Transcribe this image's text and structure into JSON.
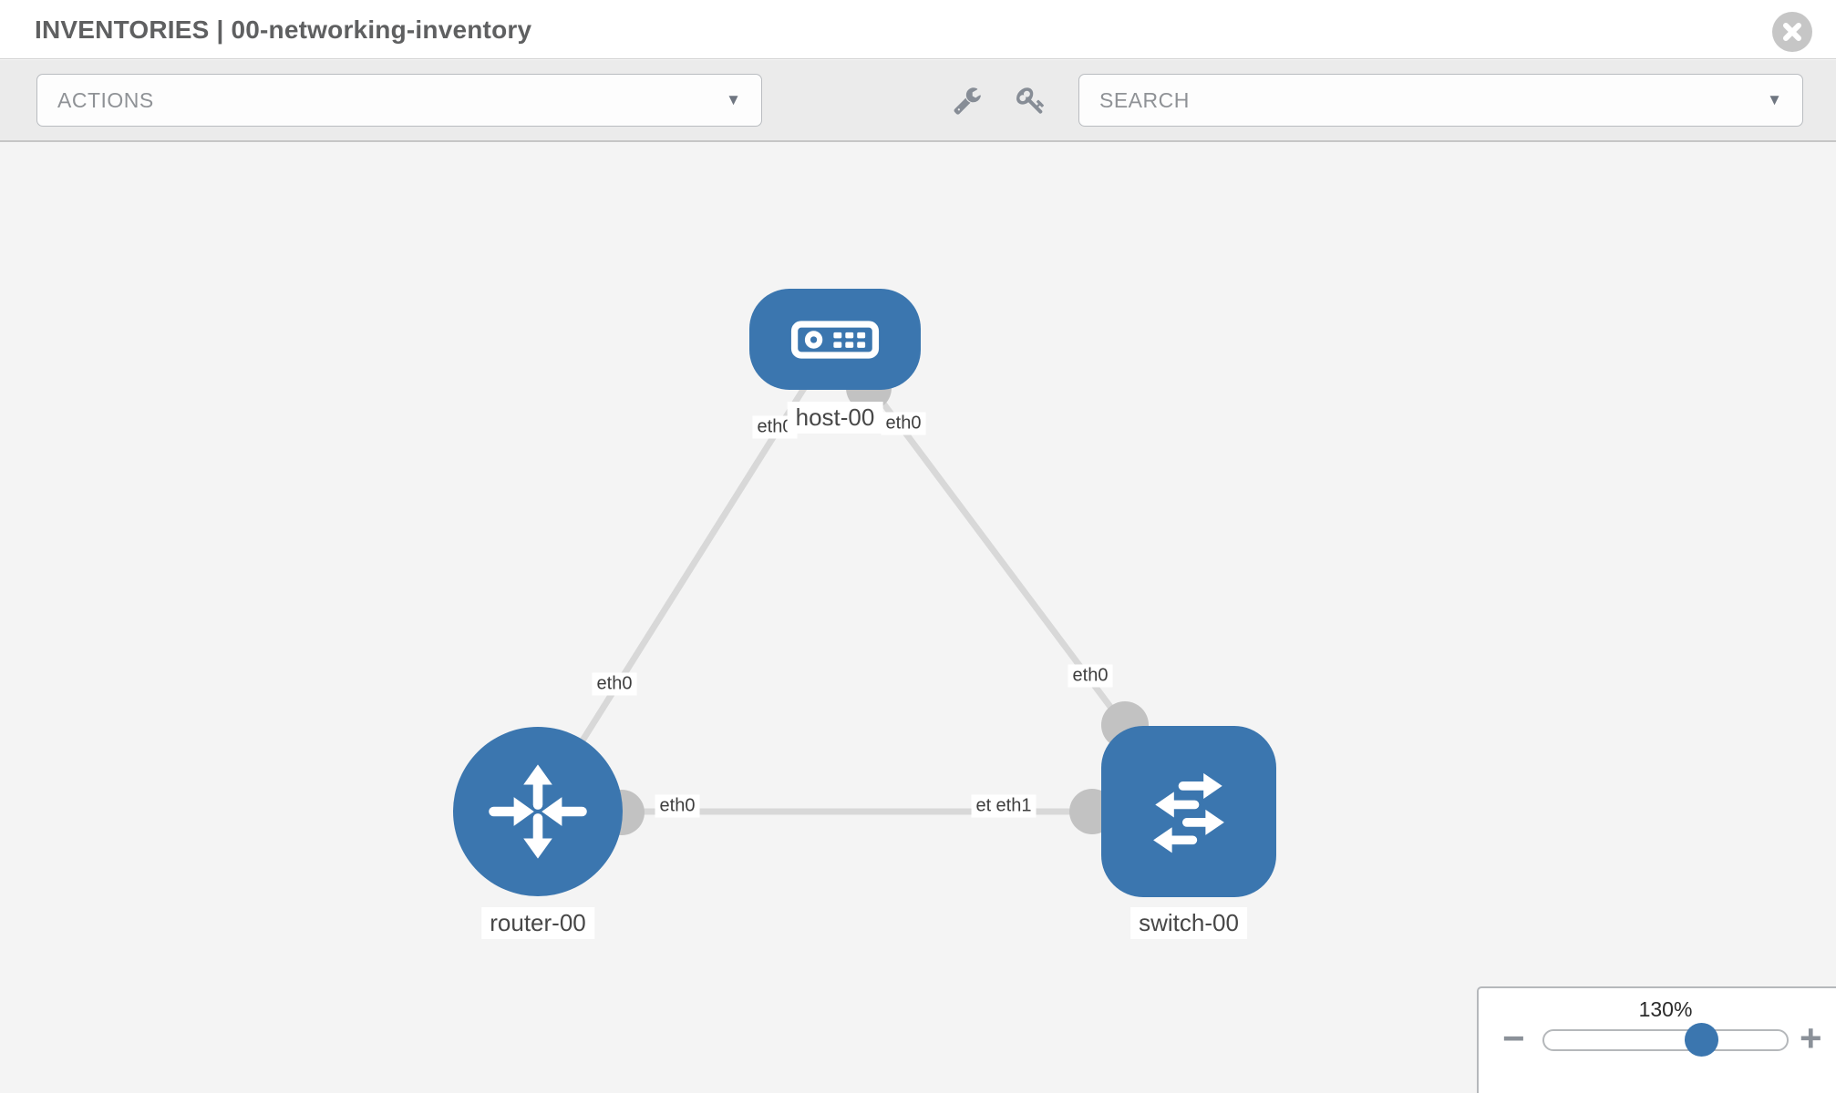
{
  "header": {
    "title": "INVENTORIES | 00-networking-inventory",
    "section": "INVENTORIES",
    "inventory_name": "00-networking-inventory"
  },
  "toolbar": {
    "actions_placeholder": "ACTIONS",
    "search_placeholder": "SEARCH"
  },
  "topology": {
    "nodes": [
      {
        "name": "host-00",
        "type": "host"
      },
      {
        "name": "router-00",
        "type": "router"
      },
      {
        "name": "switch-00",
        "type": "switch"
      }
    ],
    "links": [
      {
        "from": "host-00",
        "to": "router-00",
        "from_interface": "eth0",
        "to_interface": "eth0"
      },
      {
        "from": "host-00",
        "to": "switch-00",
        "from_interface": "eth0",
        "to_interface": "eth0"
      },
      {
        "from": "router-00",
        "to": "switch-00",
        "from_interface": "eth0",
        "to_interface": "eth1"
      }
    ],
    "interface_labels": [
      {
        "text": "eth0"
      },
      {
        "text": "eth0"
      },
      {
        "text": "eth0"
      },
      {
        "text": "eth0"
      },
      {
        "text": "eth0"
      },
      {
        "text": "eth1"
      },
      {
        "text": "eth0"
      }
    ]
  },
  "zoom_control": {
    "value": "130%",
    "minus_label": "−",
    "plus_label": "+"
  },
  "colors": {
    "node_blue": "#3b76af",
    "connector_gray": "#c2c2c2",
    "link_gray": "#d8d8d8"
  }
}
